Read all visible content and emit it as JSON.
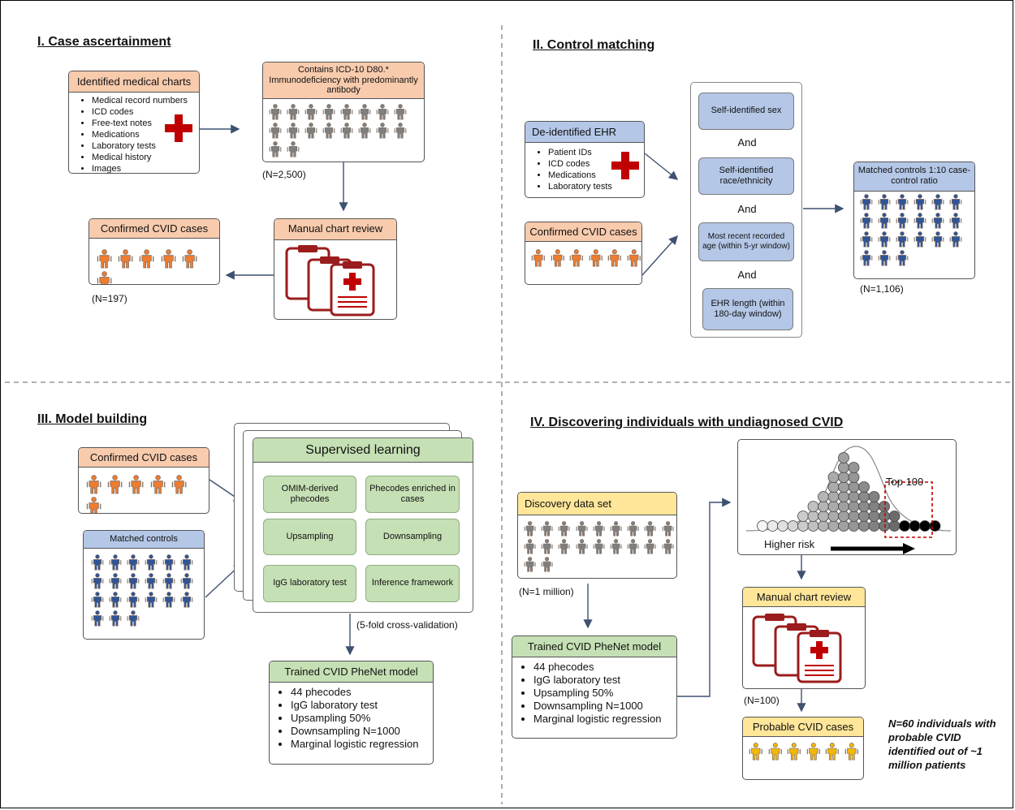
{
  "colors": {
    "orange": "#f8cbad",
    "blue": "#b4c7e7",
    "green": "#c5e0b4",
    "yellow": "#ffe699",
    "red": "#c00000",
    "person_orange": "#ed7d31",
    "person_blue": "#2f5597",
    "person_gray": "#7f7f7f",
    "person_yellow": "#f2b800",
    "person_outline": "#7f6a5a"
  },
  "sections": {
    "s1": "I. Case ascertainment",
    "s2": "II. Control matching",
    "s3": "III. Model building",
    "s4": "IV. Discovering individuals with undiagnosed CVID"
  },
  "s1": {
    "charts_title": "Identified medical charts",
    "charts_items": [
      "Medical record numbers",
      "ICD codes",
      "Free-text notes",
      "Medications",
      "Laboratory tests",
      "Medical history",
      "Images"
    ],
    "icd_title": "Contains ICD-10 D80.* Immunodeficiency with predominantly antibody",
    "icd_n": "(N=2,500)",
    "review_title": "Manual chart review",
    "confirmed_title": "Confirmed CVID cases",
    "confirmed_n": "(N=197)"
  },
  "s2": {
    "ehr_title": "De-identified EHR",
    "ehr_items": [
      "Patient IDs",
      "ICD codes",
      "Medications",
      "Laboratory tests"
    ],
    "confirmed_title": "Confirmed CVID cases",
    "criteria": [
      "Self-identified sex",
      "Self-identified race/ethnicity",
      "Most recent recorded age (within 5-yr window)",
      "EHR length (within 180-day window)"
    ],
    "and_label": "And",
    "matched_title": "Matched controls 1:10 case-control ratio",
    "matched_n": "(N=1,106)"
  },
  "s3": {
    "confirmed_title": "Confirmed CVID cases",
    "matched_title": "Matched controls",
    "sl_title": "Supervised learning",
    "sl_items": [
      "OMIM-derived phecodes",
      "Phecodes enriched in cases",
      "Upsampling",
      "Downsampling",
      "IgG laboratory test",
      "Inference framework"
    ],
    "cv_note": "(5-fold cross-validation)",
    "model_title": "Trained CVID PheNet model",
    "model_items": [
      "44 phecodes",
      "IgG laboratory test",
      "Upsampling 50%",
      "Downsampling N=1000",
      "Marginal logistic regression"
    ]
  },
  "s4": {
    "discovery_title": "Discovery data set",
    "discovery_n": "(N=1 million)",
    "model_title": "Trained CVID PheNet model",
    "model_items": [
      "44 phecodes",
      "IgG laboratory test",
      "Upsampling 50%",
      "Downsampling N=1000",
      "Marginal logistic regression"
    ],
    "top_label": "Top 100",
    "risk_label": "Higher risk",
    "review_title": "Manual chart review",
    "review_n": "(N=100)",
    "probable_title": "Probable CVID cases",
    "note": "N=60 individuals with probable CVID identified out of ~1 million patients"
  }
}
